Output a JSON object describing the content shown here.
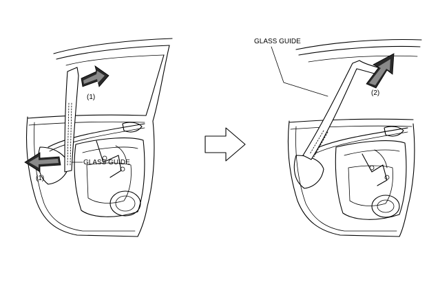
{
  "labels": {
    "glass_guide_left": "GLASS GUIDE",
    "glass_guide_right": "GLASS GUIDE",
    "step_1_upper": "(1)",
    "step_1_lower": "(1)",
    "step_2": "(2)"
  },
  "colors": {
    "line": "#000000",
    "arrow_dark": "#2a2a2a",
    "arrow_highlight": "#8a8a8a",
    "background": "#ffffff"
  }
}
